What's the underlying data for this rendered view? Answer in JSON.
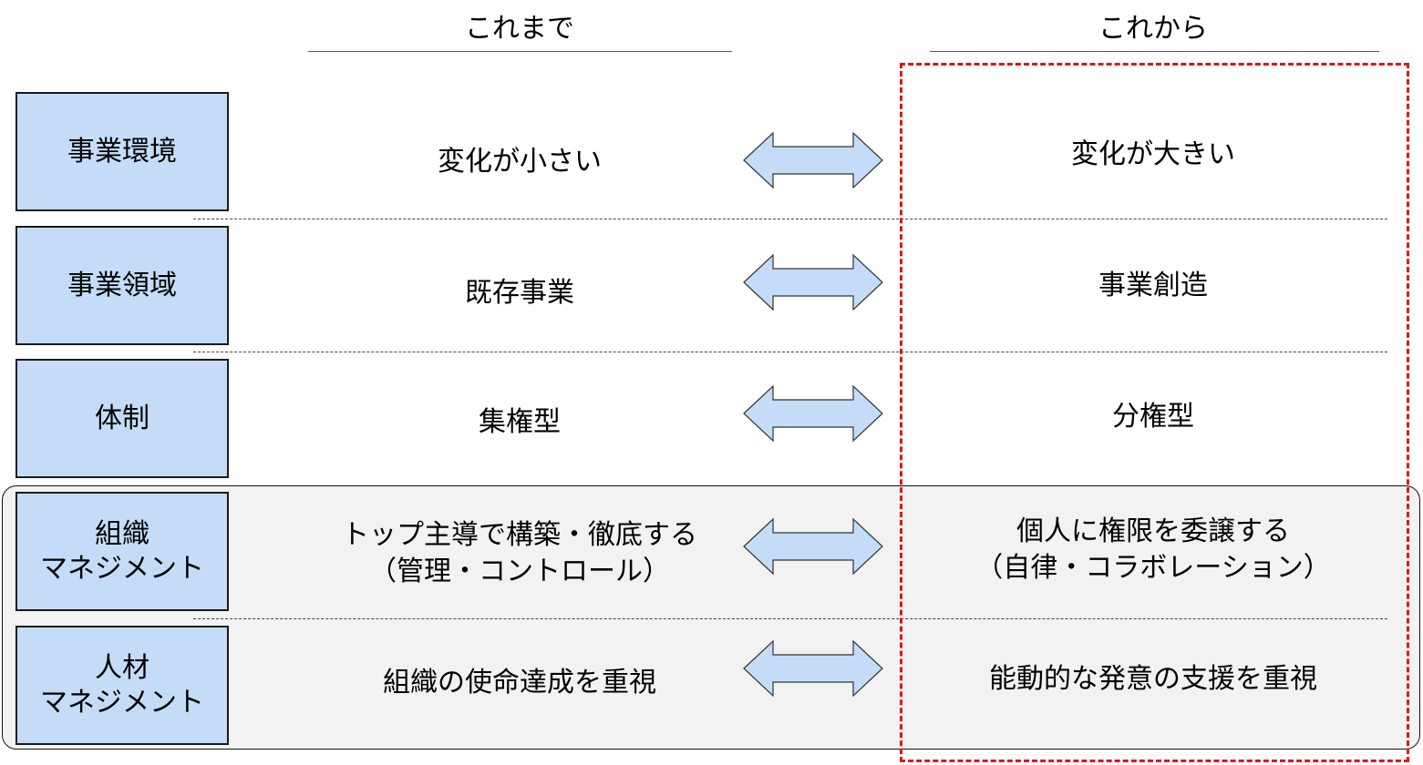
{
  "headers": {
    "before": "これまで",
    "after": "これから"
  },
  "rows": [
    {
      "label": [
        "事業環境"
      ],
      "before": [
        "変化が小さい"
      ],
      "after": [
        "変化が大きい"
      ]
    },
    {
      "label": [
        "事業領域"
      ],
      "before": [
        "既存事業"
      ],
      "after": [
        "事業創造"
      ]
    },
    {
      "label": [
        "体制"
      ],
      "before": [
        "集権型"
      ],
      "after": [
        "分権型"
      ]
    },
    {
      "label": [
        "組織",
        "マネジメント"
      ],
      "before": [
        "トップ主導で構築・徹底する",
        "（管理・コントロール）"
      ],
      "after": [
        "個人に権限を委譲する",
        "（自律・コラボレーション）"
      ]
    },
    {
      "label": [
        "人材",
        "マネジメント"
      ],
      "before": [
        "組織の使命達成を重視"
      ],
      "after": [
        "能動的な発意の支援を重視"
      ]
    }
  ],
  "colors": {
    "label_fill": "#c5dcf8",
    "arrow_fill": "#c5dcf8",
    "highlight_fill": "#f2f2f2",
    "frame_red": "#e01515"
  },
  "icons": {
    "arrow": "double-headed-arrow-icon"
  }
}
